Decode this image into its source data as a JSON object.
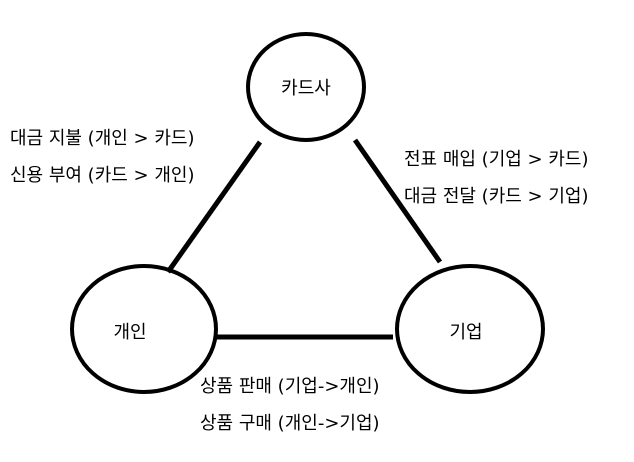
{
  "colors": {
    "stroke": "#000000",
    "background": "#ffffff",
    "text": "#000000"
  },
  "nodes": {
    "card": {
      "label": "카드사"
    },
    "person": {
      "label": "개인"
    },
    "company": {
      "label": "기업"
    }
  },
  "edges": {
    "person_card": {
      "labels": [
        "대금 지불 (개인 > 카드)",
        "신용 부여 (카드 > 개인)"
      ]
    },
    "company_card": {
      "labels": [
        "전표 매입 (기업 > 카드)",
        "대금 전달 (카드 > 기업)"
      ]
    },
    "person_company": {
      "labels": [
        "상품 판매 (기업->개인)",
        "상품 구매 (개인->기업)"
      ]
    }
  }
}
